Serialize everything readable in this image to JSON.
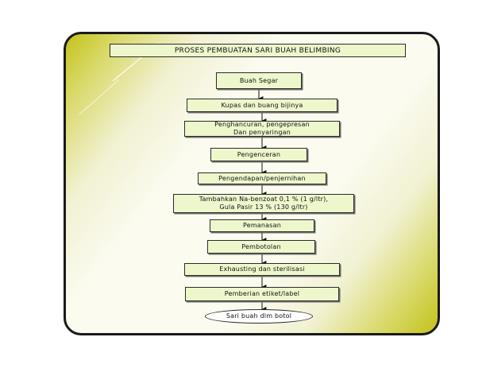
{
  "diagram": {
    "title": "PROSES PEMBUATAN SARI BUAH BELIMBING",
    "steps": [
      "Buah Segar",
      "Kupas dan buang bijinya",
      "Penghancuran, pengepresan\nDan penyaringan",
      "Pengenceran",
      "Pengendapan/penjernihan",
      "Tambahkan Na-benzoat 0,1 % (1 g/ltr),\nGula Pasir 13 % (130 g/ltr)",
      "Pemanasan",
      "Pembotolan",
      "Exhausting dan sterilisasi",
      "Pemberian etiket/label",
      "Sari buah dlm botol"
    ]
  },
  "colors": {
    "box_fill": "#eef7cc",
    "frame_gradient_edge": "#c4c21a",
    "frame_gradient_center": "#fbfbf0",
    "border": "#1a1a1a"
  }
}
